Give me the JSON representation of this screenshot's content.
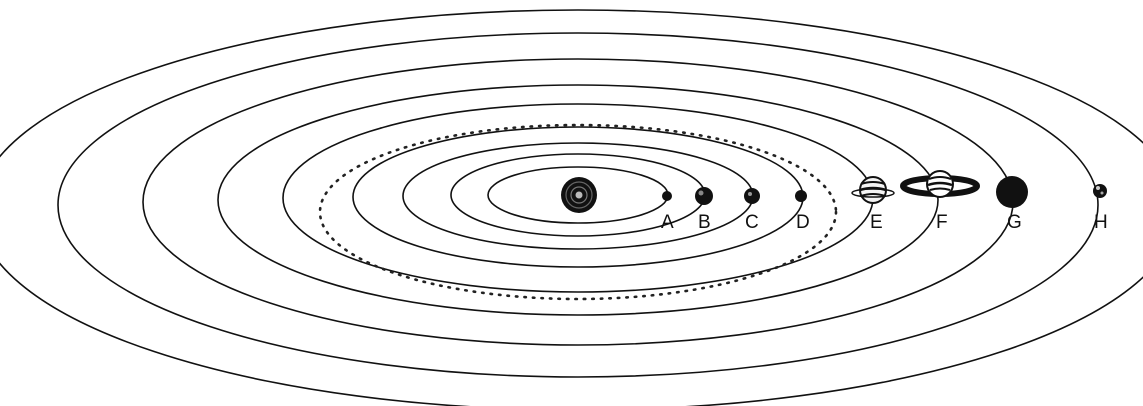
{
  "diagram": {
    "labels": {
      "A": "A",
      "B": "B",
      "C": "C",
      "D": "D",
      "E": "E",
      "F": "F",
      "G": "G",
      "H": "H"
    },
    "colors": {
      "ink": "#111111",
      "background": "#ffffff"
    },
    "icons": {
      "sun": "sun-icon",
      "ringed_planet": "ringed-planet-icon",
      "banded_planet": "banded-planet-icon"
    }
  }
}
